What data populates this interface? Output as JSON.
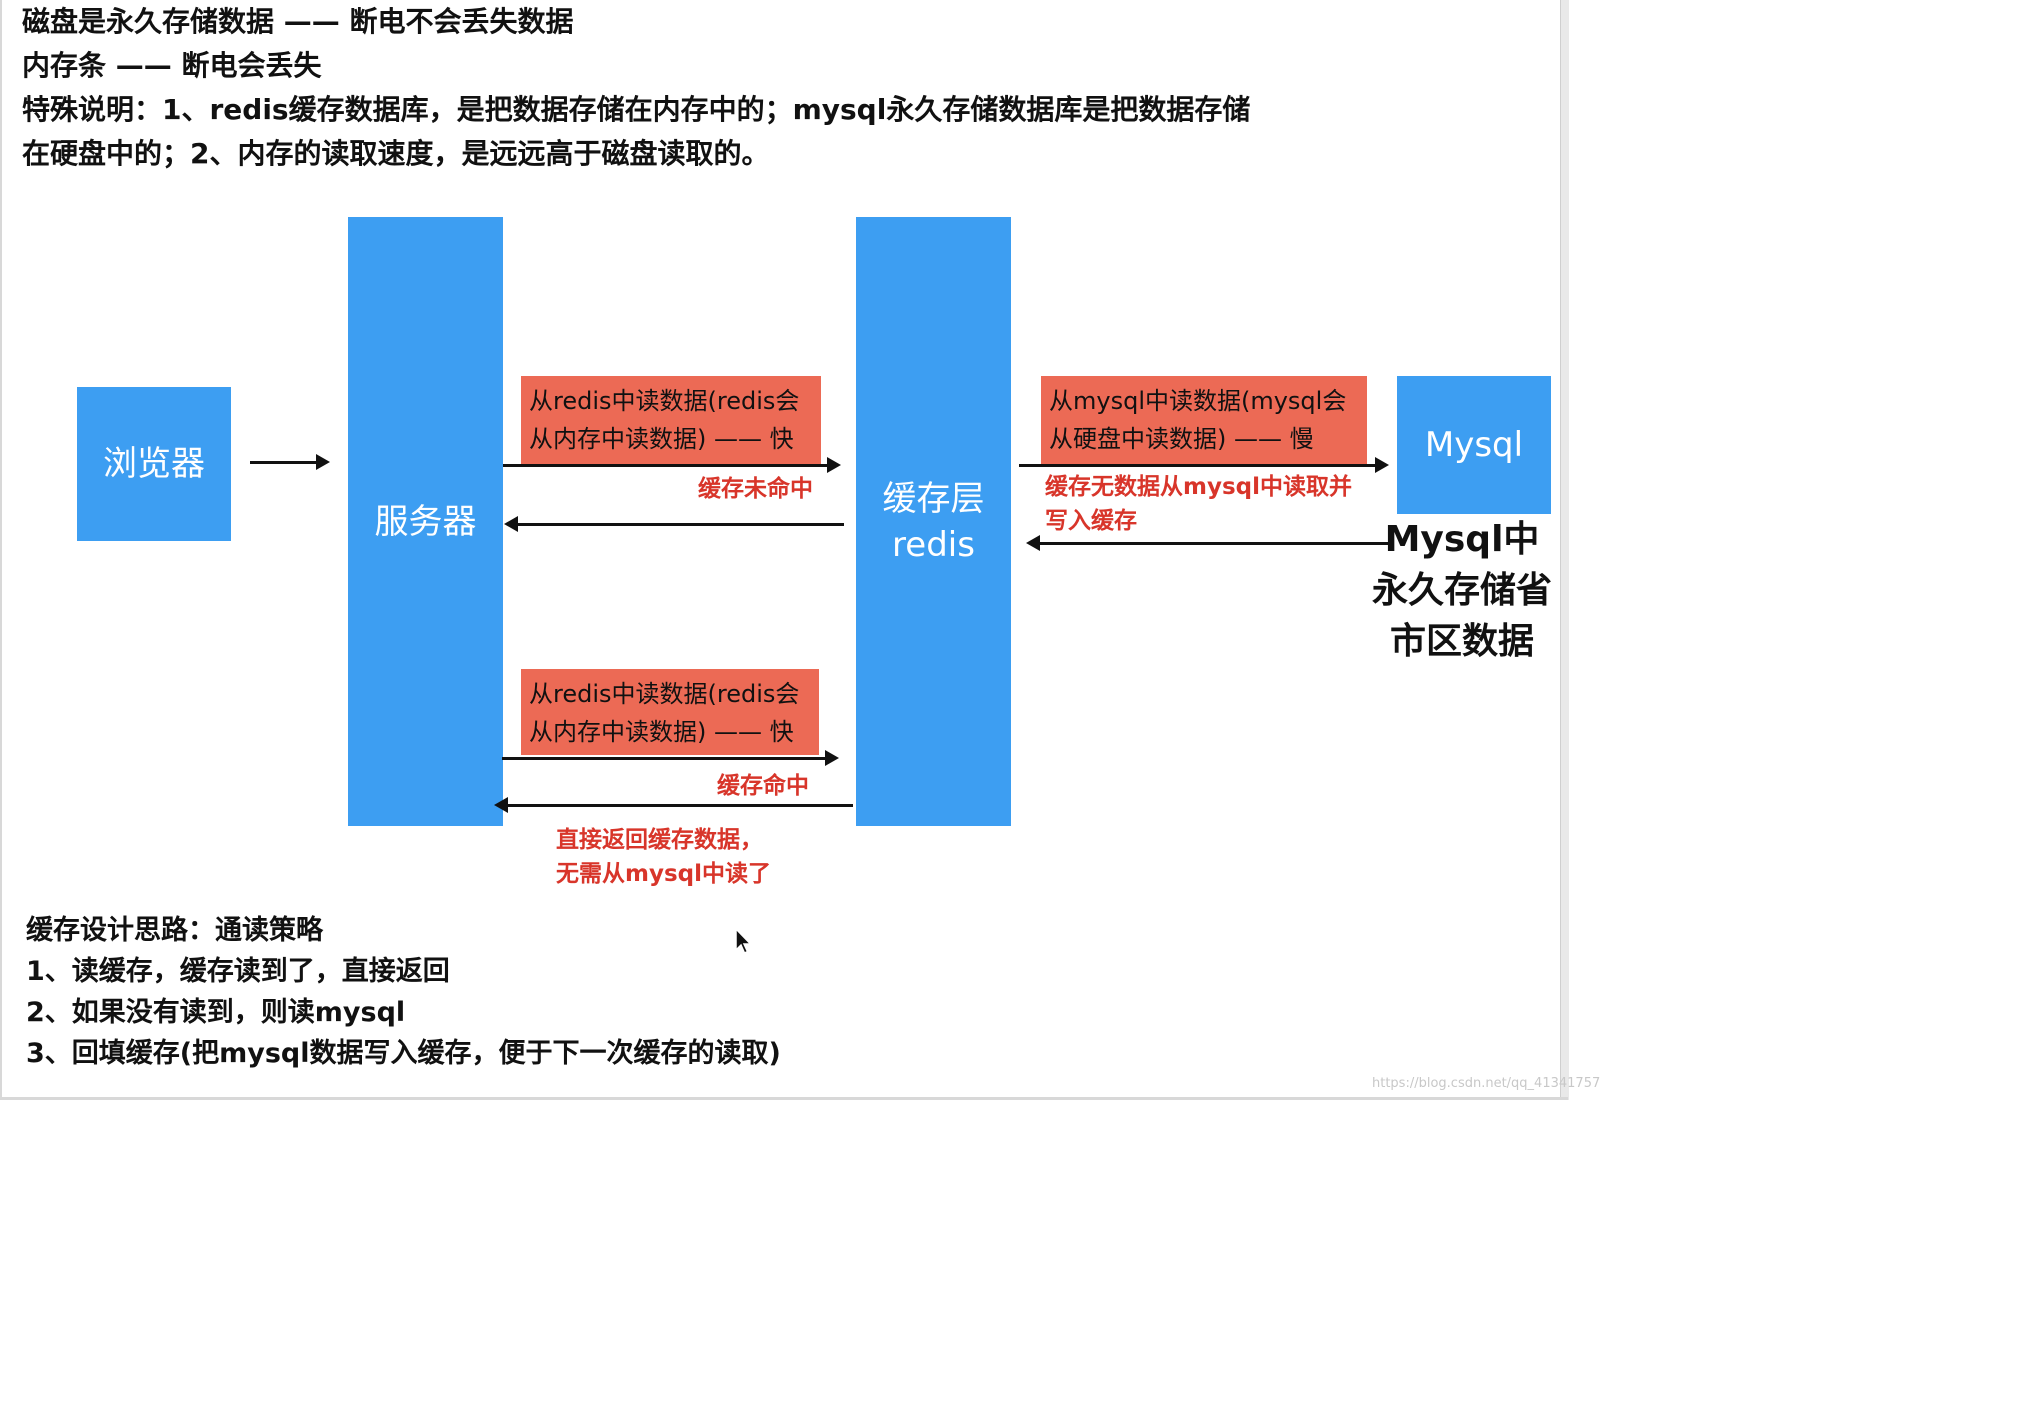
{
  "intro": {
    "line1": "磁盘是永久存储数据 —— 断电不会丢失数据",
    "line2": "内存条 —— 断电会丢失",
    "line3": "特殊说明：1、redis缓存数据库，是把数据存储在内存中的；mysql永久存储数据库是把数据存储",
    "line4": "在硬盘中的；2、内存的读取速度，是远远高于磁盘读取的。"
  },
  "nodes": {
    "browser": "浏览器",
    "server": "服务器",
    "cache_line1": "缓存层",
    "cache_line2": "redis",
    "mysql": "Mysql"
  },
  "labels": {
    "miss_redis_line1": "从redis中读数据(redis会",
    "miss_redis_line2": "从内存中读数据) —— 快",
    "mysql_read_line1": "从mysql中读数据(mysql会",
    "mysql_read_line2": "从硬盘中读数据) —— 慢",
    "hit_redis_line1": "从redis中读数据(redis会",
    "hit_redis_line2": "从内存中读数据) —— 快"
  },
  "notes": {
    "cache_miss": "缓存未命中",
    "writeback_line1": "缓存无数据从mysql中读取并",
    "writeback_line2": "写入缓存",
    "cache_hit": "缓存命中",
    "direct_line1": "直接返回缓存数据，",
    "direct_line2": "无需从mysql中读了"
  },
  "mysql_caption": {
    "line1": "Mysql中",
    "line2": "永久存储省",
    "line3": "市区数据"
  },
  "design": {
    "title": "缓存设计思路：通读策略",
    "step1": "1、读缓存，缓存读到了，直接返回",
    "step2": "2、如果没有读到，则读mysql",
    "step3": "3、回填缓存(把mysql数据写入缓存，便于下一次缓存的读取)"
  },
  "watermark": "https://blog.csdn.net/qq_41341757"
}
